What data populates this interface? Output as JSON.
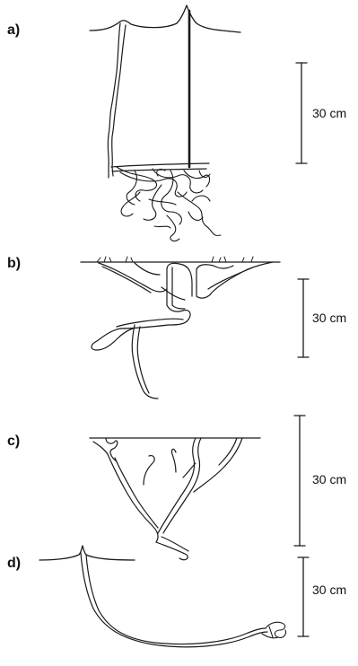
{
  "panels": [
    {
      "label": "a)",
      "scale_text": "30 cm"
    },
    {
      "label": "b)",
      "scale_text": "30 cm"
    },
    {
      "label": "c)",
      "scale_text": "30 cm"
    },
    {
      "label": "d)",
      "scale_text": "30 cm"
    }
  ],
  "ink_color": "#1a1a1a"
}
